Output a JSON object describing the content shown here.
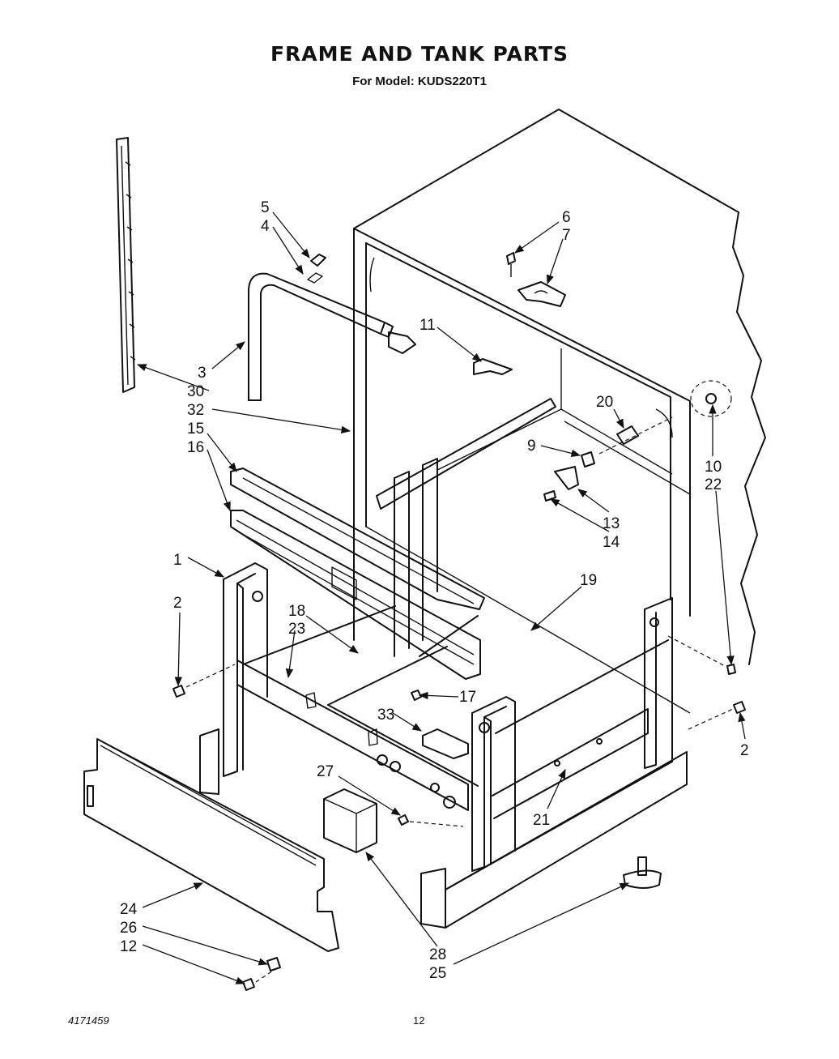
{
  "header": {
    "title": "FRAME AND TANK PARTS",
    "subtitle": "For Model: KUDS220T1"
  },
  "footer": {
    "document_number": "4171459",
    "page_number": "12"
  },
  "callouts": [
    "5",
    "4",
    "6",
    "7",
    "11",
    "3",
    "30",
    "32",
    "15",
    "16",
    "20",
    "9",
    "10",
    "22",
    "13",
    "14",
    "1",
    "2",
    "19",
    "18",
    "23",
    "17",
    "33",
    "2",
    "27",
    "21",
    "24",
    "26",
    "12",
    "28",
    "25"
  ]
}
